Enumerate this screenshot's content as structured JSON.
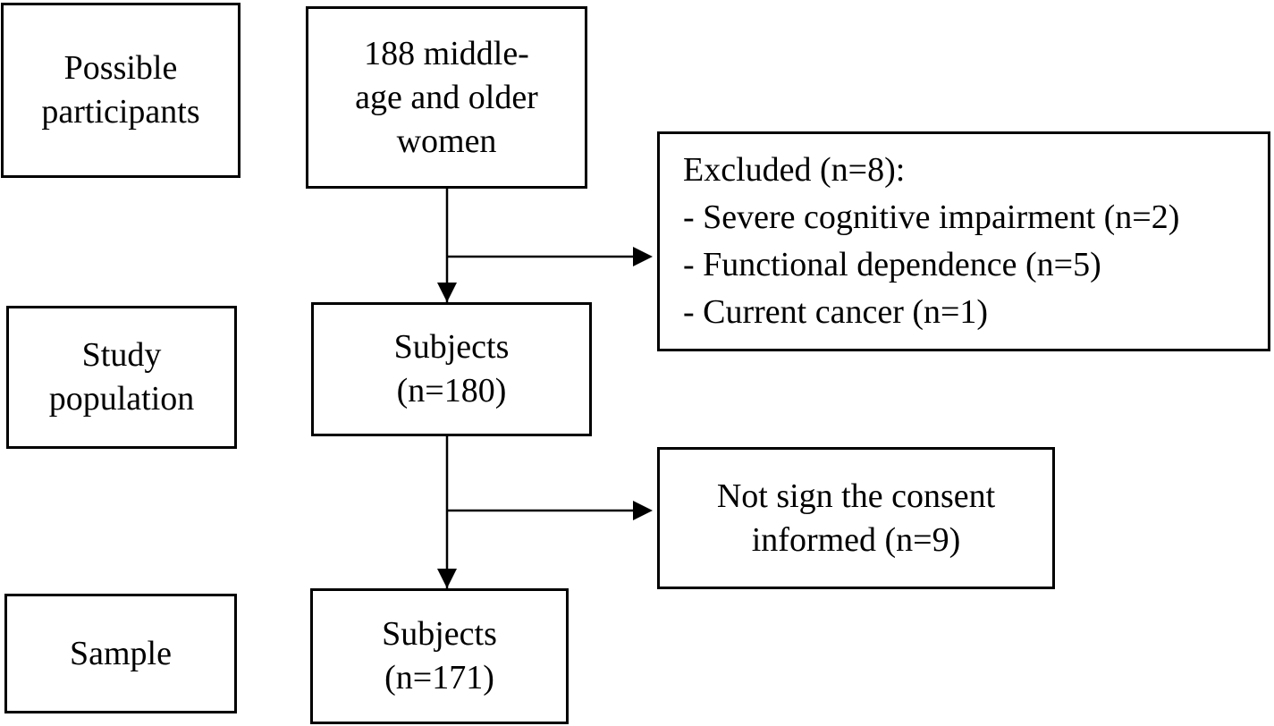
{
  "stages": {
    "possible": [
      "Possible",
      "participants"
    ],
    "study": [
      "Study",
      "population"
    ],
    "sample": [
      "Sample"
    ]
  },
  "boxes": {
    "initial": [
      "188 middle-",
      "age and older",
      "women"
    ],
    "excluded": [
      "Excluded (n=8):",
      "- Severe cognitive impairment (n=2)",
      "- Functional dependence (n=5)",
      "- Current cancer (n=1)"
    ],
    "subjects_180": [
      "Subjects",
      "(n=180)"
    ],
    "consent": [
      "Not sign the consent",
      "informed (n=9)"
    ],
    "subjects_171": [
      "Subjects",
      "(n=171)"
    ]
  },
  "colors": {
    "stroke": "#000000",
    "background": "#ffffff"
  }
}
